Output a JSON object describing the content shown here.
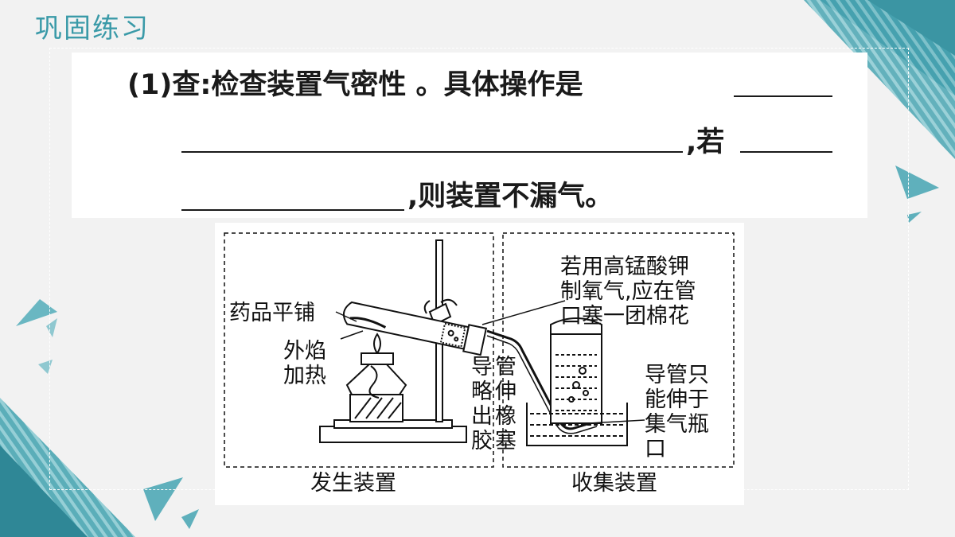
{
  "header": {
    "title": "巩固练习"
  },
  "question": {
    "line1_text": "(1)查:检查装置气密性 。具体操作是",
    "line2_text": ",若",
    "line3_text": ",则装置不漏气。"
  },
  "figure": {
    "labels": {
      "drug_flat": "药品平铺",
      "outer_flame": "外焰\n加热",
      "cotton_note": "若用高锰酸钾\n制氧气,应在管\n口塞一团棉花",
      "tube_out_col1": "导略出胶",
      "tube_out_col2": "管伸橡塞",
      "tube_mouth": "导管只\n能伸于\n集气瓶\n口"
    },
    "captions": {
      "left": "发生装置",
      "right": "收集装置"
    }
  },
  "colors": {
    "accent": "#3a9aa8",
    "text": "#1a1a1a",
    "background": "#f2f2f2"
  }
}
